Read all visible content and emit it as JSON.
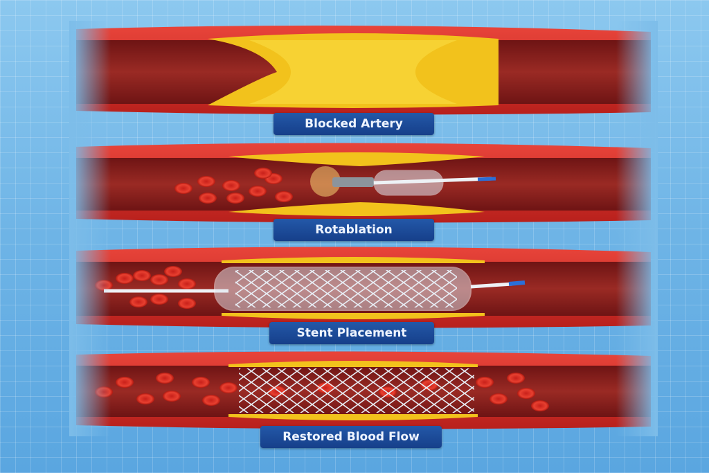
{
  "stages": [
    {
      "label": "Blocked Artery"
    },
    {
      "label": "Rotablation"
    },
    {
      "label": "Stent Placement"
    },
    {
      "label": "Restored Blood Flow"
    }
  ],
  "colors": {
    "wall": "#d8322a",
    "lumen": "#8a1e1c",
    "plaque": "#f2c21c",
    "label_bg": "#1d4b9b",
    "catheter_tip": "#2a6fd8"
  }
}
